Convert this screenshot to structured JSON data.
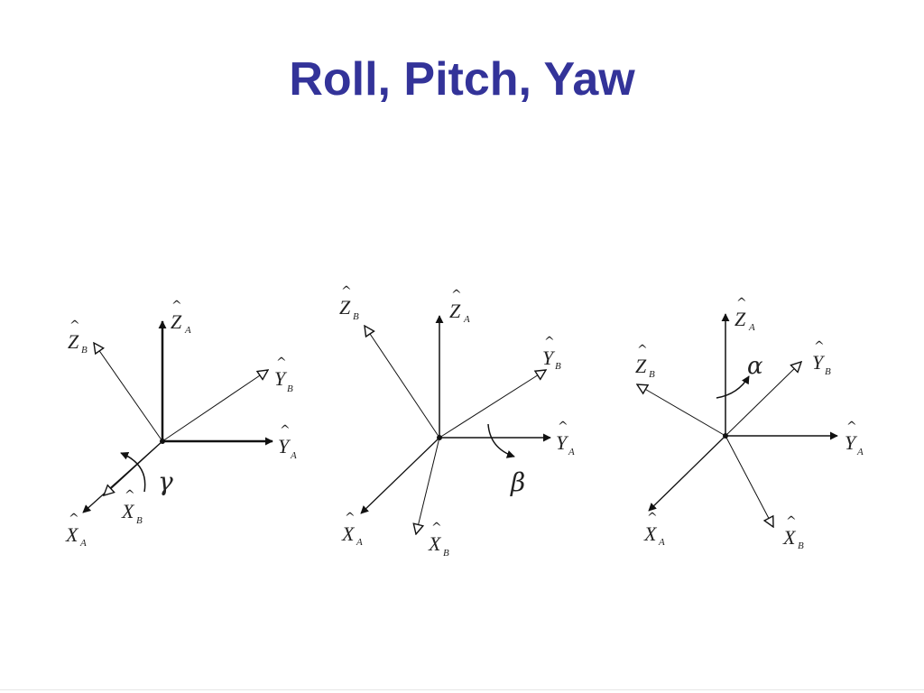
{
  "slide": {
    "title": "Roll, Pitch, Yaw"
  },
  "frames": [
    {
      "name": "roll",
      "rotation_symbol": "γ",
      "labels": {
        "z_a": "Z",
        "z_a_sub": "A",
        "z_b": "Z",
        "z_b_sub": "B",
        "y_a": "Y",
        "y_a_sub": "A",
        "y_b": "Y",
        "y_b_sub": "B",
        "x_a": "X",
        "x_a_sub": "A",
        "x_b": "X",
        "x_b_sub": "B"
      }
    },
    {
      "name": "pitch",
      "rotation_symbol": "β",
      "labels": {
        "z_a": "Z",
        "z_a_sub": "A",
        "z_b": "Z",
        "z_b_sub": "B",
        "y_a": "Y",
        "y_a_sub": "A",
        "y_b": "Y",
        "y_b_sub": "B",
        "x_a": "X",
        "x_a_sub": "A",
        "x_b": "X",
        "x_b_sub": "B"
      }
    },
    {
      "name": "yaw",
      "rotation_symbol": "α",
      "labels": {
        "z_a": "Z",
        "z_a_sub": "A",
        "z_b": "Z",
        "z_b_sub": "B",
        "y_a": "Y",
        "y_a_sub": "A",
        "y_b": "Y",
        "y_b_sub": "B",
        "x_a": "X",
        "x_a_sub": "A",
        "x_b": "X",
        "x_b_sub": "B"
      }
    }
  ]
}
